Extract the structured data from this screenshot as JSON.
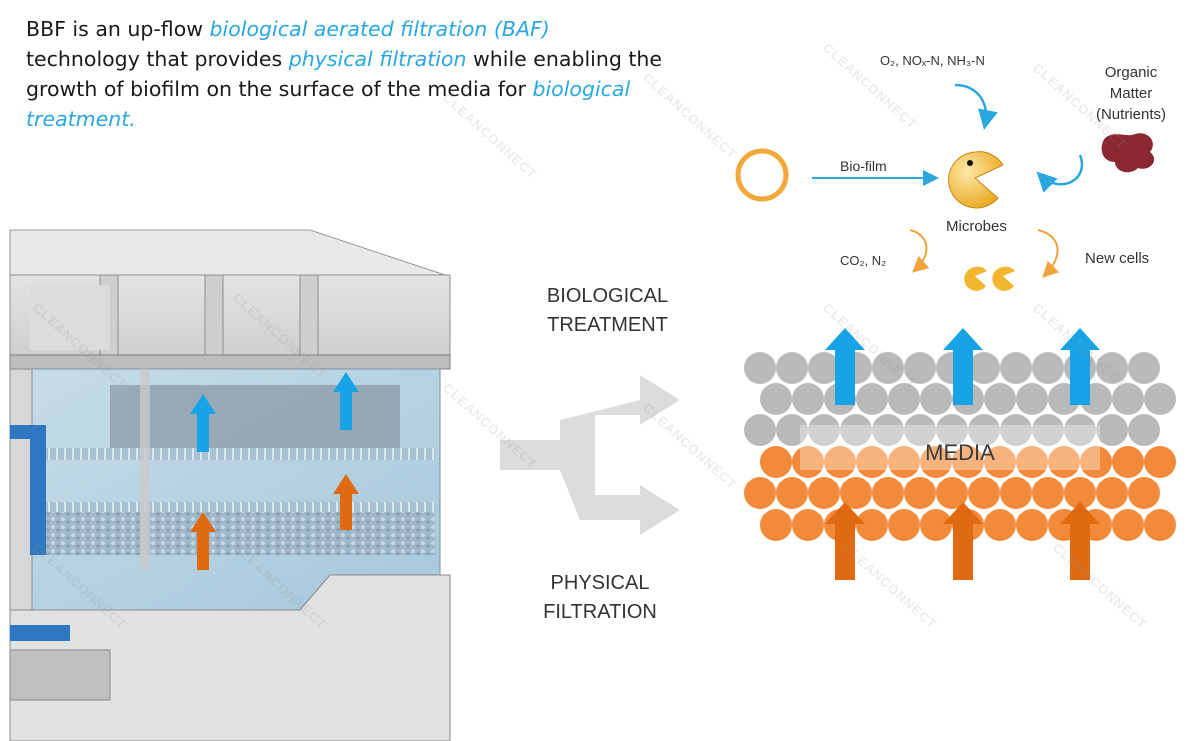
{
  "intro": {
    "t1": "BBF is an up-flow ",
    "em1": "biological aerated filtration (BAF)",
    "t2": " technology that provides ",
    "em2": "physical filtration",
    "t3": " while enabling the growth of biofilm on the surface of the media for ",
    "em3": "biological treatment."
  },
  "process": {
    "biological_label": "BIOLOGICAL TREATMENT",
    "physical_label": "PHYSICAL FILTRATION"
  },
  "diagram": {
    "gases_in": "O₂, NOₓ-N, NH₃-N",
    "organic_matter": "Organic Matter (Nutrients)",
    "biofilm": "Bio-film",
    "microbes": "Microbes",
    "gases_out": "CO₂, N₂",
    "new_cells": "New cells",
    "media": "MEDIA"
  },
  "watermark": "CLEANCONNECT",
  "colors": {
    "accent_blue": "#2aa7df",
    "arrow_blue": "#17a3e6",
    "arrow_orange": "#e06a12",
    "media_grey": "#b9b9b9",
    "media_orange": "#f28a3a",
    "microbe_yellow": "#f2b72f",
    "organic_red": "#8a2730"
  }
}
